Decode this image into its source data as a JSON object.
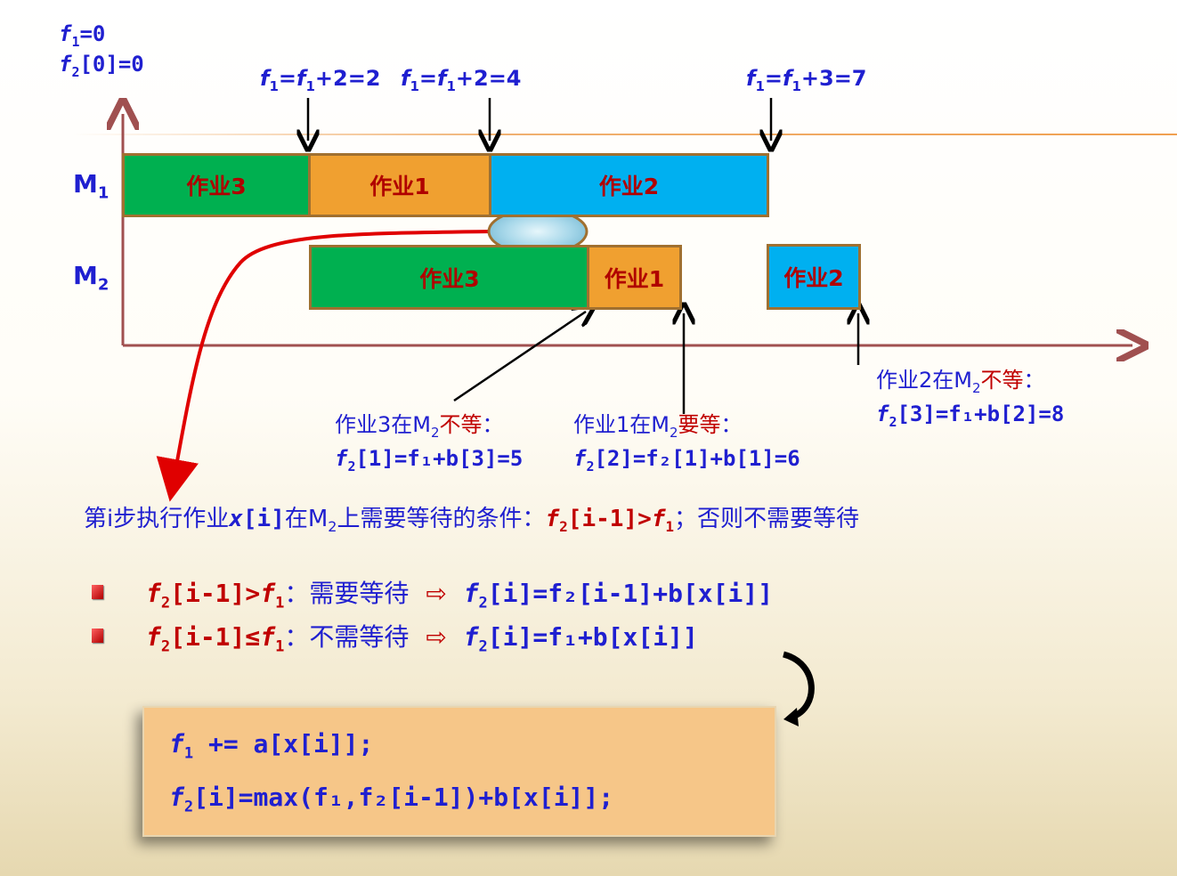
{
  "init": {
    "line1": "=0",
    "line2": "[0]=0"
  },
  "events": [
    {
      "text": "+2=2"
    },
    {
      "text": "+2=4"
    },
    {
      "text": "+3=7"
    }
  ],
  "machines": {
    "m1": "M",
    "m2": "M",
    "m1_sub": "1",
    "m2_sub": "2"
  },
  "jobs": {
    "m1": [
      {
        "label": "作业3"
      },
      {
        "label": "作业1"
      },
      {
        "label": "作业2"
      }
    ],
    "m2": [
      {
        "label": "作业3"
      },
      {
        "label": "作业1"
      },
      {
        "label": "作业2"
      }
    ]
  },
  "notes": {
    "job3": {
      "prefix": "作业3在M",
      "state": "不等",
      "formula": "[1]=f₁+b[3]=5"
    },
    "job1": {
      "prefix": "作业1在M",
      "state": "要等",
      "formula": "[2]=f₂[1]+b[1]=6"
    },
    "job2": {
      "prefix": "作业2在M",
      "state": "不等",
      "formula": "[3]=f₁+b[2]=8"
    }
  },
  "condition": {
    "text_a": "第i步执行作业",
    "text_b": "在M",
    "text_c": "上需要等待的条件：",
    "cond": "[i-1]>",
    "text_d": "；否则不需要等待"
  },
  "rules": [
    {
      "cond": "[i-1]>",
      "desc": "需要等待",
      "formula": "[i]=f₂[i-1]+b[x[i]]"
    },
    {
      "cond": "[i-1]≤",
      "desc": "不需等待",
      "formula": "[i]=f₁+b[x[i]]"
    }
  ],
  "code": {
    "line1": "+= a[x[i]];",
    "line2": "[i]=max(f₁,f₂[i-1])+b[x[i]];"
  },
  "colors": {
    "green": "#00b050",
    "orange": "#f0a030",
    "cyan": "#00b0f0",
    "text_blue": "#1f1fd0",
    "text_red": "#c00000"
  }
}
